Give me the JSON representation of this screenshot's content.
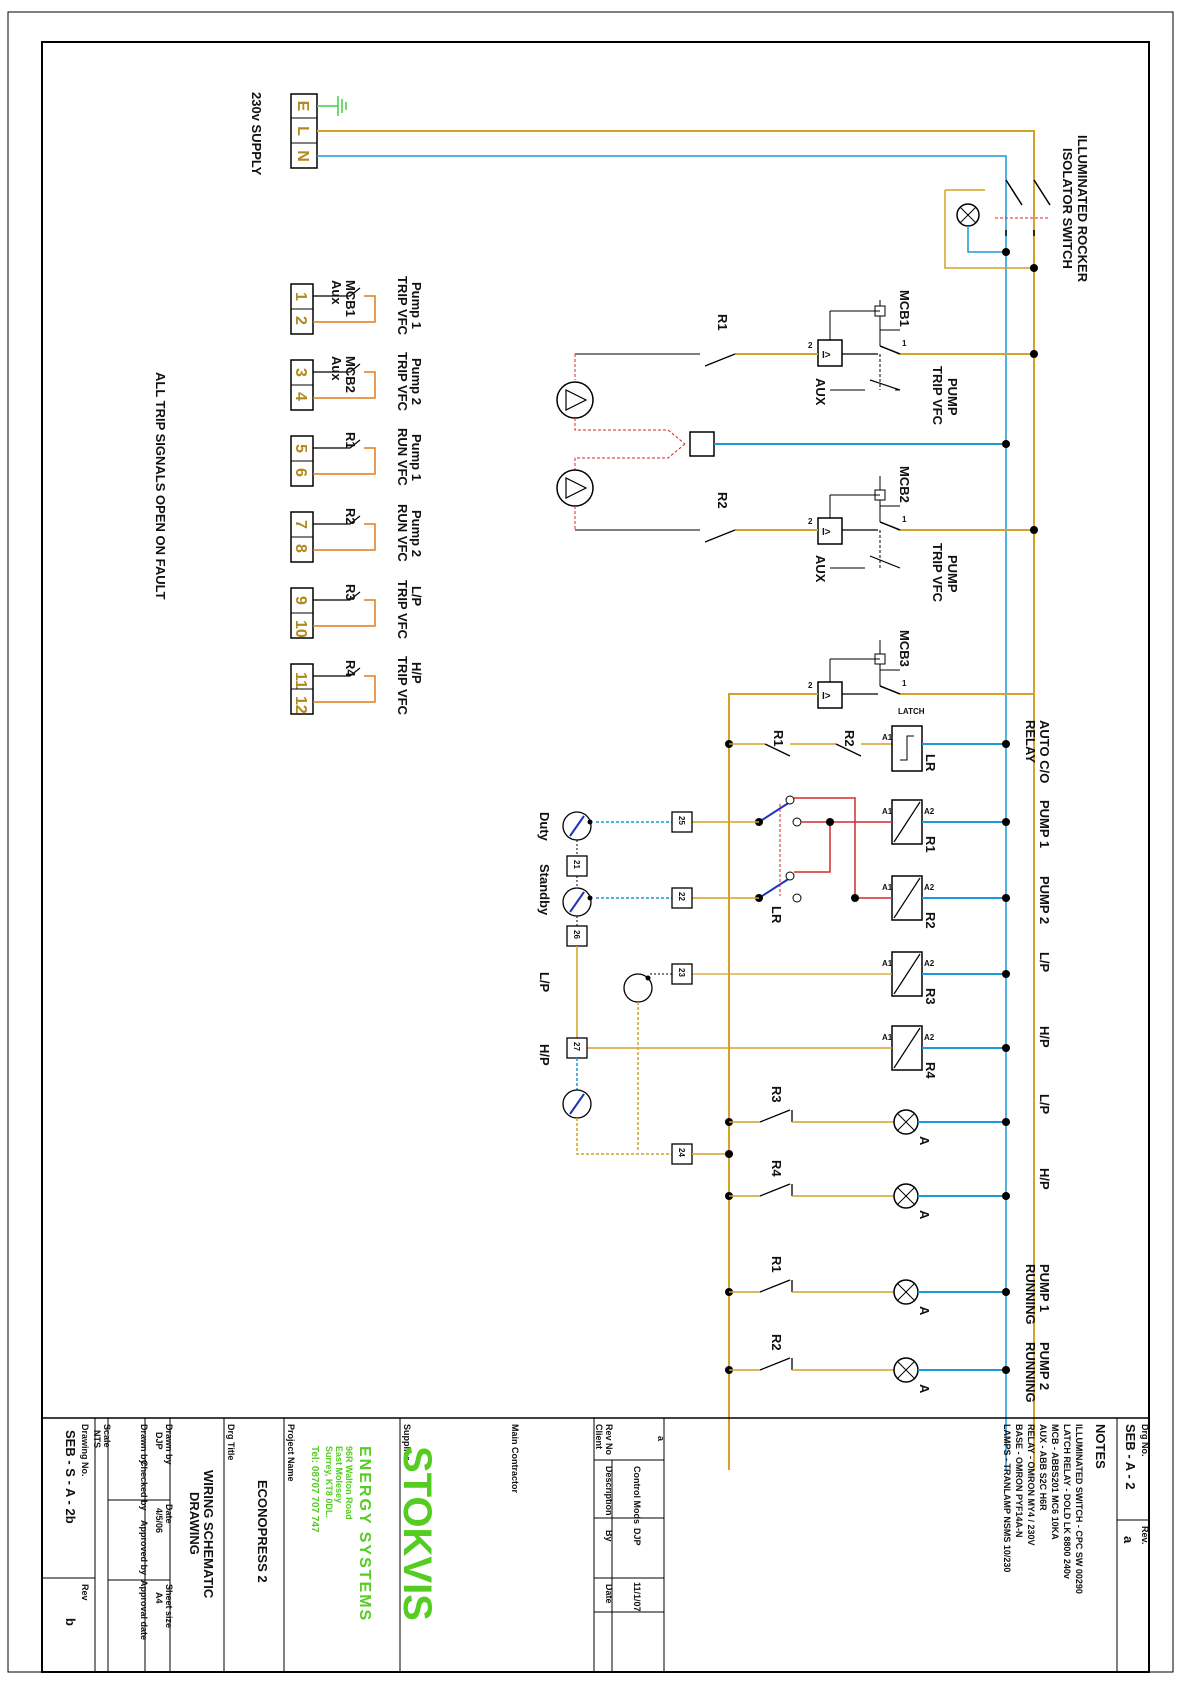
{
  "supply": {
    "label": "230v SUPPLY",
    "terminals": [
      "E",
      "L",
      "N"
    ]
  },
  "isolator": {
    "label_1": "ILLUMINATED ROCKER",
    "label_2": "ISOLATOR SWITCH"
  },
  "breakers": [
    {
      "name": "MCB1",
      "aux": "AUX",
      "note_1": "PUMP",
      "note_2": "TRIP VFC",
      "pin_in": "1",
      "pin_out": "2"
    },
    {
      "name": "MCB2",
      "aux": "AUX",
      "note_1": "PUMP",
      "note_2": "TRIP VFC",
      "pin_in": "1",
      "pin_out": "2"
    },
    {
      "name": "MCB3",
      "pin_in": "1",
      "pin_out": "2"
    }
  ],
  "relay_contacts": {
    "r1": "R1",
    "r2": "R2"
  },
  "trip_terminals": [
    {
      "nums": [
        "1",
        "2"
      ],
      "contact": "MCB1",
      "contact_2": "Aux",
      "desc_1": "Pump 1",
      "desc_2": "TRIP VFC"
    },
    {
      "nums": [
        "3",
        "4"
      ],
      "contact": "MCB2",
      "contact_2": "Aux",
      "desc_1": "Pump 2",
      "desc_2": "TRIP VFC"
    },
    {
      "nums": [
        "5",
        "6"
      ],
      "contact": "R1",
      "contact_2": "",
      "desc_1": "Pump 1",
      "desc_2": "RUN VFC"
    },
    {
      "nums": [
        "7",
        "8"
      ],
      "contact": "R2",
      "contact_2": "",
      "desc_1": "Pump 2",
      "desc_2": "RUN VFC"
    },
    {
      "nums": [
        "9",
        "10"
      ],
      "contact": "R3",
      "contact_2": "",
      "desc_1": "L/P",
      "desc_2": "TRIP VFC"
    },
    {
      "nums": [
        "11",
        "12"
      ],
      "contact": "R4",
      "contact_2": "",
      "desc_1": "H/P",
      "desc_2": "TRIP VFC"
    }
  ],
  "trip_note": "ALL TRIP SIGNALS OPEN ON FAULT",
  "rungs": {
    "latch": "LATCH",
    "auto_co_1": "AUTO C/O",
    "auto_co_2": "RELAY",
    "lr": "LR",
    "coil_a1": "A1",
    "coil_a2": "A2",
    "coils": [
      {
        "coil": "R1",
        "label": "PUMP 1",
        "wire": "25"
      },
      {
        "coil": "R2",
        "label": "PUMP 2",
        "wire": "22"
      },
      {
        "coil": "R3",
        "label": "L/P",
        "wire": "23"
      },
      {
        "coil": "R4",
        "label": "H/P",
        "wire": "27"
      }
    ],
    "wire_21": "21",
    "wire_26": "26",
    "wire_24": "24",
    "duty": "Duty",
    "standby": "Standby",
    "lp": "L/P",
    "hp": "H/P",
    "lamp_a": "A",
    "lamps": [
      {
        "contact": "R3",
        "label_1": "L/P",
        "label_2": ""
      },
      {
        "contact": "R4",
        "label_1": "H/P",
        "label_2": ""
      },
      {
        "contact": "R1",
        "label_1": "PUMP 1",
        "label_2": "RUNNING"
      },
      {
        "contact": "R2",
        "label_1": "PUMP 2",
        "label_2": "RUNNING"
      }
    ]
  },
  "title_block": {
    "drg_no_label": "Drg No.",
    "drg_no": "SEB - A - 2",
    "rev_label": "Rev.",
    "rev": "a",
    "notes_title": "NOTES",
    "notes": [
      "ILLUMINATED SWITCH - CPC SW 00290",
      "LATCH RELAY - DOLD LK 8800 240v",
      "MCB - ABBS201 MC6 10KA",
      "AUX - ABB S2C H6R",
      "RELAY - OMRON MY4 / 230V",
      "BASE - OMRON PYF14A-N",
      "LAMPS - TRANLAMP NSMS 10/230"
    ],
    "rev_table": {
      "rev": "a",
      "desc": "Control Mods",
      "by": "DJP",
      "date": "11/1/07",
      "h_rev": "Rev No",
      "h_desc": "Description",
      "h_by": "By",
      "h_date": "Date"
    },
    "client_label": "Client",
    "main_contractor_label": "Main Contractor",
    "supplier_label": "Supplier",
    "company_name": "STOKVIS",
    "company_sub": "ENERGY SYSTEMS",
    "address_1": "96R Walton Road",
    "address_2": "East Molesey",
    "address_3": "Surrey, KT8 0DL.",
    "tel": "Tel: 08707 707 747",
    "project_label": "Project Name",
    "project": "ECONOPRESS 2",
    "title_label": "Drg Title",
    "title_1": "WIRING SCHEMATIC",
    "title_2": "DRAWING",
    "drawn_by_label": "Drawn by",
    "drawn_by": "DJP",
    "date_label": "Date",
    "date": "4/5/06",
    "sheet_label": "Sheet size",
    "sheet": "A4",
    "checked_label": "Checked by",
    "approved_label": "Approved by",
    "approval_date_label": "Approval date",
    "scale_label": "Scale",
    "scale": "NTS",
    "drawing_no_label": "Drawing No.",
    "drawing_no": "SEB - S - A - 2b",
    "rev2_label": "Rev",
    "rev2": "b"
  },
  "colors": {
    "live": "#d4a227",
    "neutral": "#1a9ad6",
    "earth": "#44cc44",
    "signal": "#e07a1a",
    "red": "#d42a2a",
    "blue": "#2233bb",
    "brand": "#55cc22"
  }
}
